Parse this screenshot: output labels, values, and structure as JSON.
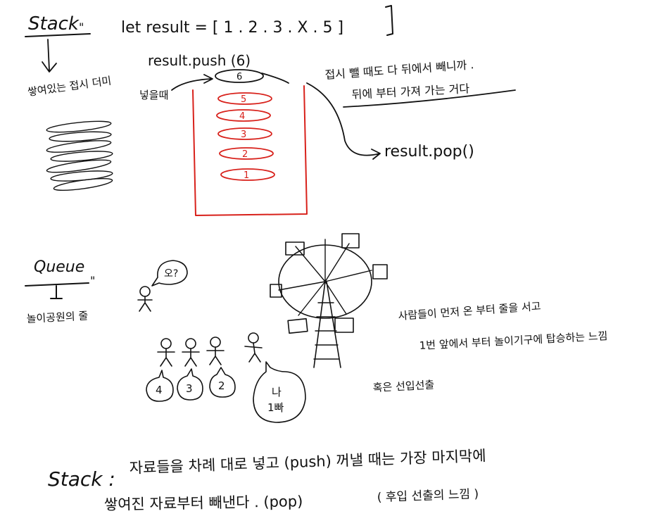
{
  "stack_section": {
    "title": "Stack",
    "code": "let result = [ 1 . 2 . 3 . X . 5 ]",
    "desc": "쌓여있는 접시 더미",
    "push_call": "result.push (6)",
    "push_label": "넣을때",
    "pop_call": "result.pop()",
    "explain_line1": "접시 뺄 때도 다 뒤에서 빼니까 .",
    "explain_line2": "뒤에 부터 가져 가는 거다",
    "plates": [
      "6",
      "5",
      "4",
      "3",
      "2",
      "1"
    ]
  },
  "queue_section": {
    "title": "Queue",
    "desc": "놀이공원의 줄",
    "speech": "오?",
    "bubbles": [
      "4",
      "3",
      "2"
    ],
    "big_bubble_top": "나",
    "big_bubble_bottom": "1빠",
    "explain_line1": "사람들이 먼저 온 부터 줄을 서고",
    "explain_line2": "1번 앞에서 부터 놀이기구에 탑승하는 느낌",
    "fifo_note": "혹은 선입선출"
  },
  "summary": {
    "label": "Stack :",
    "line1": "자료들을 차례 대로 넣고 (push) 꺼낼 때는 가장 마지막에",
    "line2": "쌓여진 자료부터 빼낸다 . (pop)",
    "lifo_note": "( 후입 선출의 느낌 )"
  },
  "colors": {
    "ink": "#111111",
    "red": "#d8211b"
  }
}
